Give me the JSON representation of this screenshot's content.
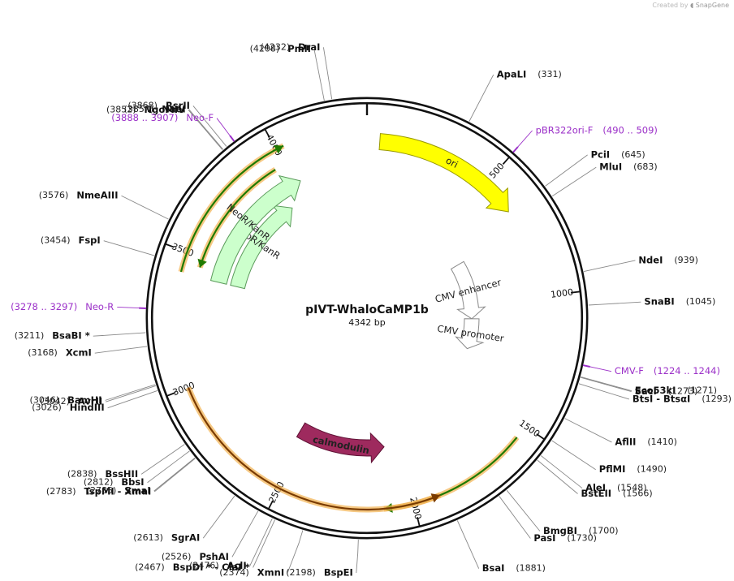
{
  "plasmid": {
    "name": "pIVT-WhaloCaMP1b",
    "size_label": "4342 bp",
    "length": 4342
  },
  "watermark": {
    "prefix": "Created by",
    "brand": "SnapGene"
  },
  "ticks": [
    {
      "bp": 500,
      "label": "500"
    },
    {
      "bp": 1000,
      "label": "1000"
    },
    {
      "bp": 1500,
      "label": "1500"
    },
    {
      "bp": 2000,
      "label": "2000"
    },
    {
      "bp": 2500,
      "label": "2500"
    },
    {
      "bp": 3000,
      "label": "3000"
    },
    {
      "bp": 3500,
      "label": "3500"
    },
    {
      "bp": 4000,
      "label": "4000"
    }
  ],
  "sites": [
    {
      "bp": 331,
      "name": "ApaLI",
      "pos": "(331)"
    },
    {
      "bp": 645,
      "name": "PciI",
      "pos": "(645)"
    },
    {
      "bp": 683,
      "name": "MluI",
      "pos": "(683)"
    },
    {
      "bp": 939,
      "name": "NdeI",
      "pos": "(939)"
    },
    {
      "bp": 1045,
      "name": "SnaBI",
      "pos": "(1045)"
    },
    {
      "bp": 1271,
      "name": "Eco53kI",
      "pos": "(1271)"
    },
    {
      "bp": 1273,
      "name": "SacI",
      "pos": "(1273)"
    },
    {
      "bp": 1293,
      "name": "BtsI - BtsαI",
      "pos": "(1293)"
    },
    {
      "bp": 1410,
      "name": "AflII",
      "pos": "(1410)"
    },
    {
      "bp": 1490,
      "name": "PflMI",
      "pos": "(1490)"
    },
    {
      "bp": 1548,
      "name": "AleI",
      "pos": "(1548)"
    },
    {
      "bp": 1566,
      "name": "BstEII",
      "pos": "(1566)"
    },
    {
      "bp": 1700,
      "name": "BmgBI",
      "pos": "(1700)"
    },
    {
      "bp": 1730,
      "name": "PasI",
      "pos": "(1730)"
    },
    {
      "bp": 1881,
      "name": "BsaI",
      "pos": "(1881)"
    },
    {
      "bp": 2198,
      "name": "BspEI",
      "pos": "(2198)"
    },
    {
      "bp": 2374,
      "name": "XmnI",
      "pos": "(2374)"
    },
    {
      "bp": 2467,
      "name": "BspDI * - ClaI *",
      "pos": "(2467)"
    },
    {
      "bp": 2476,
      "name": "AclI",
      "pos": "(2476)"
    },
    {
      "bp": 2526,
      "name": "PshAI",
      "pos": "(2526)"
    },
    {
      "bp": 2613,
      "name": "SgrAI",
      "pos": "(2613)"
    },
    {
      "bp": 2783,
      "name": "TspMI - XmaI",
      "pos": "(2783)"
    },
    {
      "bp": 2785,
      "name": "SmaI",
      "pos": "(2785)"
    },
    {
      "bp": 2812,
      "name": "BbsI",
      "pos": "(2812)"
    },
    {
      "bp": 2838,
      "name": "BssHII",
      "pos": "(2838)"
    },
    {
      "bp": 3026,
      "name": "HindIII",
      "pos": "(3026)"
    },
    {
      "bp": 3042,
      "name": "AvrII",
      "pos": "(3042)"
    },
    {
      "bp": 3046,
      "name": "BamHI",
      "pos": "(3046)"
    },
    {
      "bp": 3168,
      "name": "XcmI",
      "pos": "(3168)"
    },
    {
      "bp": 3211,
      "name": "BsaBI *",
      "pos": "(3211)"
    },
    {
      "bp": 3454,
      "name": "FspI",
      "pos": "(3454)"
    },
    {
      "bp": 3576,
      "name": "NmeAIII",
      "pos": "(3576)"
    },
    {
      "bp": 3852,
      "name": "NgoMIV",
      "pos": "(3852)"
    },
    {
      "bp": 3854,
      "name": "NaeI",
      "pos": "(3854)"
    },
    {
      "bp": 3868,
      "name": "RsrII",
      "pos": "(3868)"
    },
    {
      "bp": 4208,
      "name": "PmlI",
      "pos": "(4208)"
    },
    {
      "bp": 4232,
      "name": "DraI",
      "pos": "(4232)"
    }
  ],
  "primers": [
    {
      "bp": 499,
      "name": "pBR322ori-F",
      "range": "(490 .. 509)",
      "color": "#9b30c8"
    },
    {
      "bp": 1234,
      "name": "CMV-F",
      "range": "(1224 .. 1244)",
      "color": "#9b30c8"
    },
    {
      "bp": 3287,
      "name": "Neo-R",
      "range": "(3278 .. 3297)",
      "color": "#9b30c8"
    },
    {
      "bp": 3897,
      "name": "Neo-F",
      "range": "(3888 .. 3907)",
      "color": "#9b30c8"
    }
  ],
  "features": [
    {
      "name": "ori",
      "start": 50,
      "end": 640,
      "dir": 1,
      "color": "#ffff00",
      "stroke": "#9a9a00",
      "text_color": "#222222"
    },
    {
      "name": "CMV enhancer",
      "start": 720,
      "end": 1090,
      "dir": 1,
      "color": "#ffffff",
      "stroke": "#8a8a8a",
      "text_color": "#222222"
    },
    {
      "name": "CMV promoter",
      "start": 1090,
      "end": 1290,
      "dir": 1,
      "color": "#ffffff",
      "stroke": "#8a8a8a",
      "text_color": "#222222"
    },
    {
      "name": "calmodulin",
      "start": 2080,
      "end": 2540,
      "dir": -1,
      "color": "#9e2a5e",
      "stroke": "#5f1235",
      "text_color": "#ffffff"
    },
    {
      "name": "NeoR/KanR",
      "start": 3420,
      "end": 3930,
      "dir": 1,
      "color": "#ccffcc",
      "stroke": "#5a9a5a",
      "text_color": "#222222"
    },
    {
      "name": "NeoR/KanR",
      "start": 3420,
      "end": 4030,
      "dir": 1,
      "color": "#ccffcc",
      "stroke": "#5a9a5a",
      "text_color": "#222222"
    }
  ],
  "orf_arcs": [
    {
      "start": 3425,
      "end": 4030,
      "dir": 1
    },
    {
      "start": 3460,
      "end": 3960,
      "dir": -1
    },
    {
      "start": 1550,
      "end": 2110,
      "dir": 1
    },
    {
      "start": 1900,
      "end": 3000,
      "dir": -1
    }
  ],
  "colors": {
    "backbone": "#111111",
    "orf": "#1f7a00",
    "orf_glow": "#f2b250",
    "leader": "#888888"
  }
}
